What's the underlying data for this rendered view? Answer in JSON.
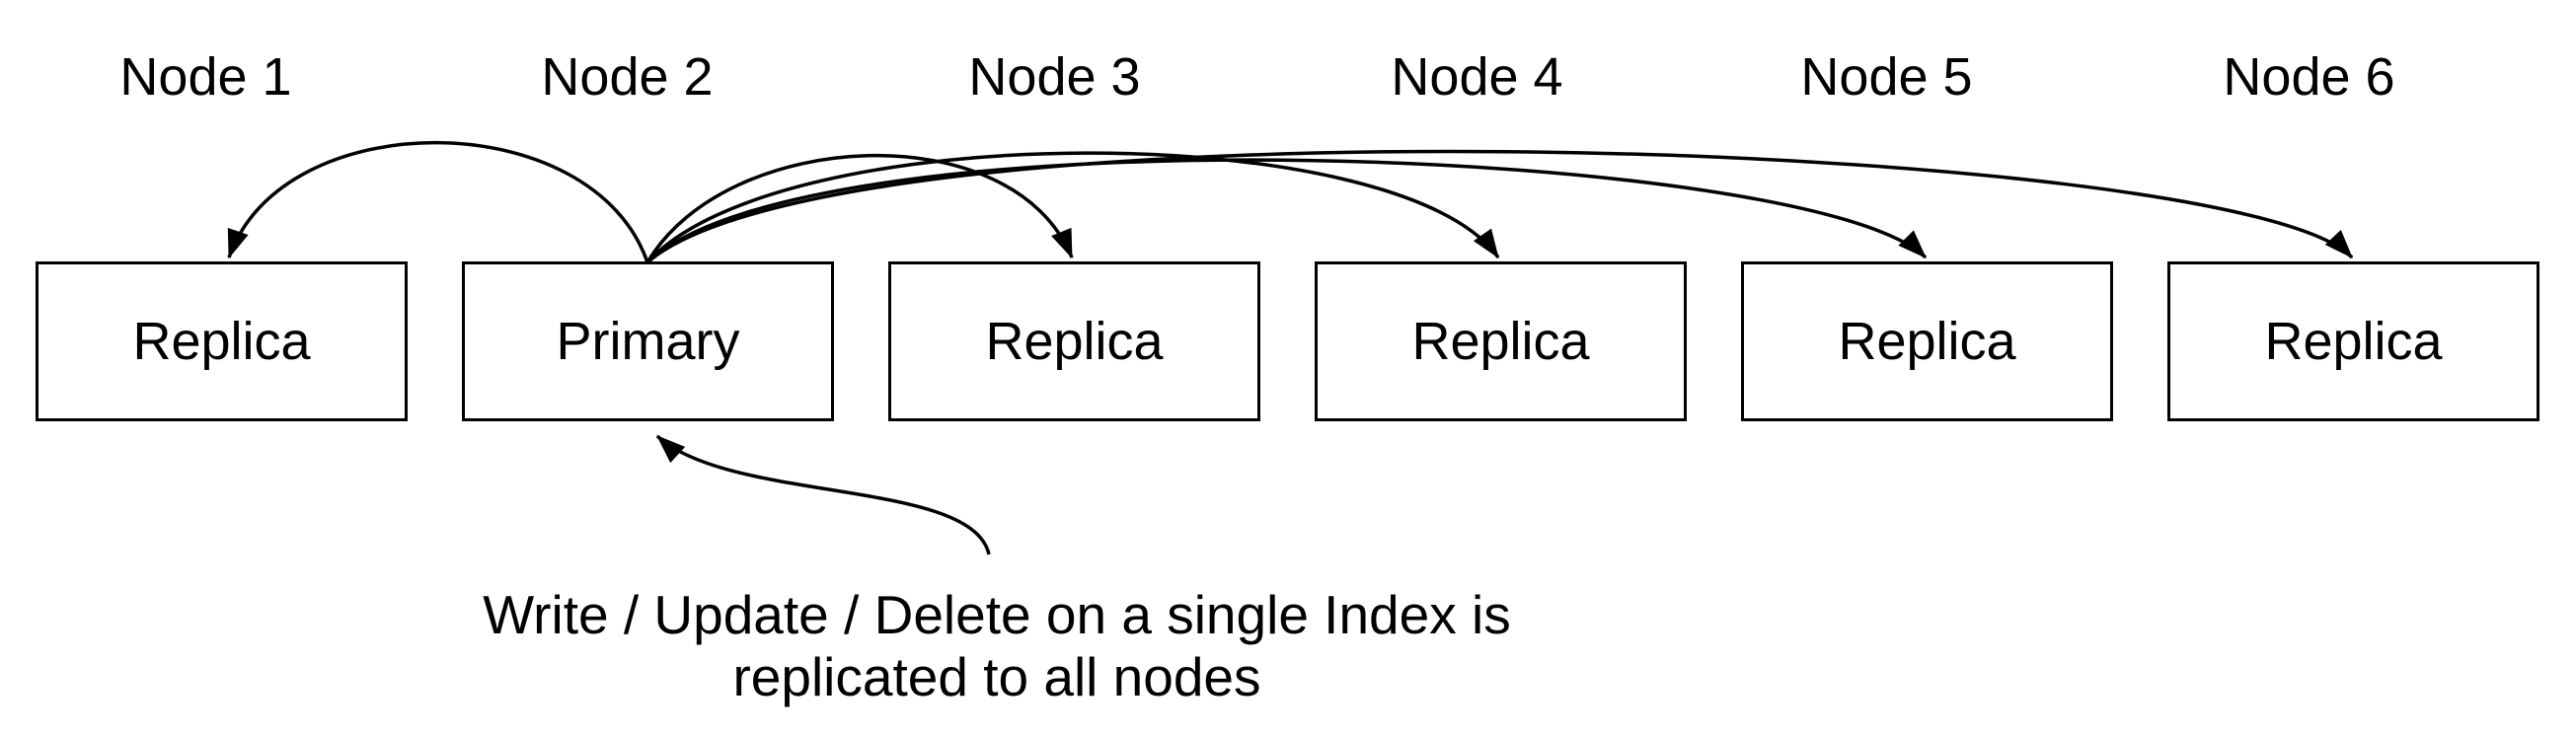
{
  "diagram": {
    "nodes": [
      {
        "name": "Node 1",
        "role": "Replica"
      },
      {
        "name": "Node 2",
        "role": "Primary"
      },
      {
        "name": "Node 3",
        "role": "Replica"
      },
      {
        "name": "Node 4",
        "role": "Replica"
      },
      {
        "name": "Node 5",
        "role": "Replica"
      },
      {
        "name": "Node 6",
        "role": "Replica"
      }
    ],
    "replication": {
      "source": "Node 2",
      "targets": [
        "Node 1",
        "Node 3",
        "Node 4",
        "Node 5",
        "Node 6"
      ]
    },
    "annotation": {
      "line1": "Write / Update / Delete on a single Index is",
      "line2": "replicated to all nodes"
    },
    "colors": {
      "background": "#ffffff",
      "stroke": "#000000",
      "text": "#000000"
    }
  }
}
